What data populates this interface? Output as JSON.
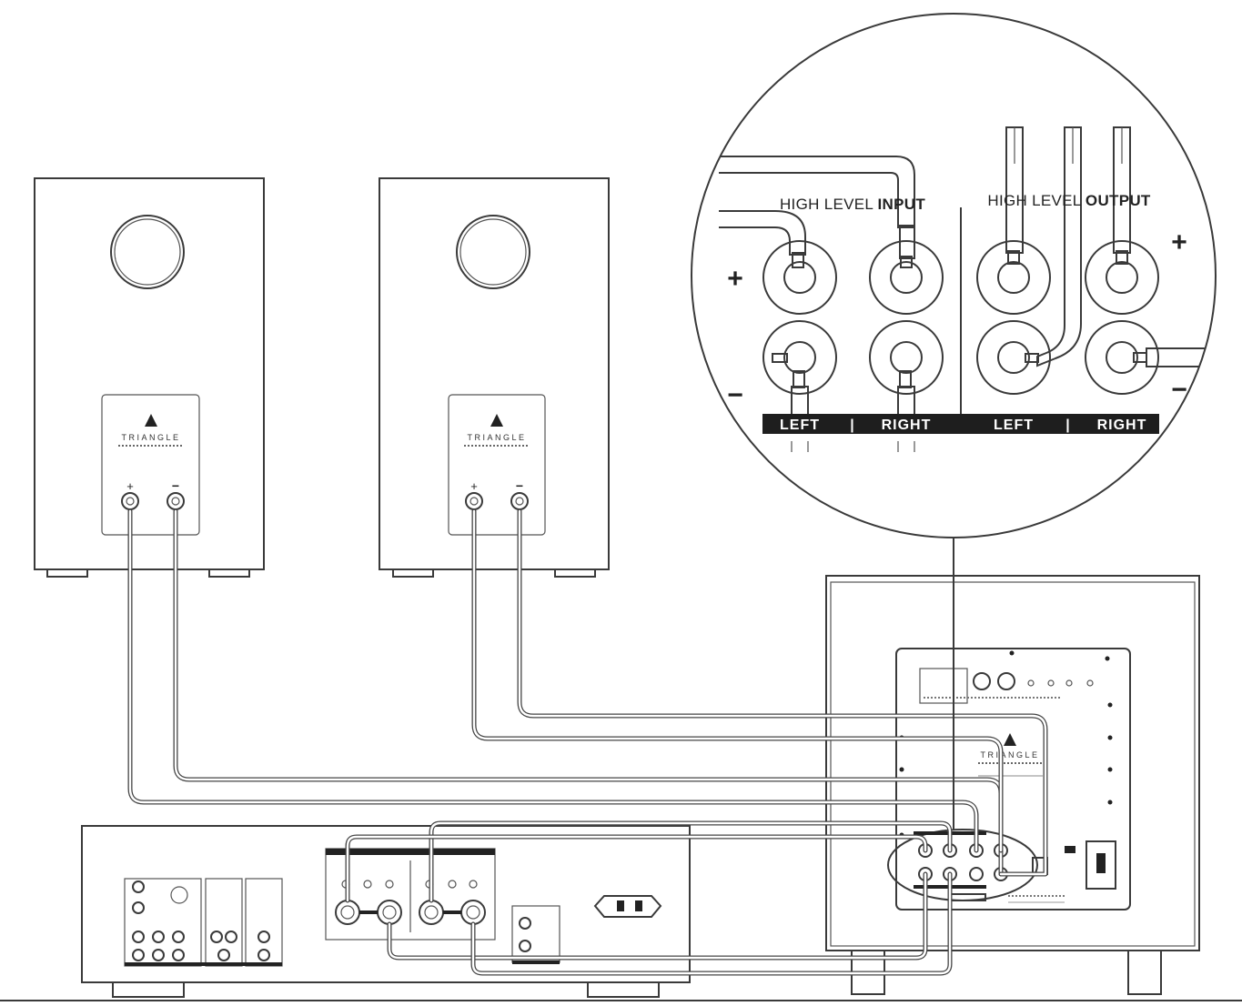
{
  "zoom_panel": {
    "input_label_light": "HIGH LEVEL ",
    "input_label_bold": "INPUT",
    "output_label_light": "HIGH LEVEL ",
    "output_label_bold": "OUTPUT",
    "plus_sign": "+",
    "minus_sign": "−",
    "channel_labels": [
      "LEFT",
      "RIGHT",
      "LEFT",
      "RIGHT"
    ],
    "separator": "|"
  },
  "speakers": [
    {
      "brand": "TRIANGLE",
      "plus": "+",
      "minus": "−"
    },
    {
      "brand": "TRIANGLE",
      "plus": "+",
      "minus": "−"
    }
  ],
  "subwoofer": {
    "brand": "TRIANGLE"
  },
  "colors": {
    "line": "#3a3a3a",
    "label_bar": "#1e1e1e",
    "background": "#ffffff"
  }
}
